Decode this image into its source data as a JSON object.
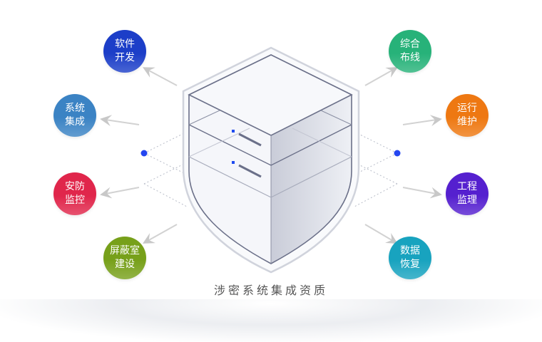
{
  "title": "涉密系统集成资质",
  "nodes": [
    {
      "id": "software-dev",
      "line1": "软件",
      "line2": "开发",
      "color": "#1c3ec8"
    },
    {
      "id": "system-integration",
      "line1": "系统",
      "line2": "集成",
      "color": "#3b83c4"
    },
    {
      "id": "security-monitoring",
      "line1": "安防",
      "line2": "监控",
      "color": "#e0264b"
    },
    {
      "id": "shielded-room",
      "line1": "屏蔽室",
      "line2": "建设",
      "color": "#77a01a"
    },
    {
      "id": "cabling",
      "line1": "综合",
      "line2": "布线",
      "color": "#27b279"
    },
    {
      "id": "operations",
      "line1": "运行",
      "line2": "维护",
      "color": "#ee7812"
    },
    {
      "id": "supervision",
      "line1": "工程",
      "line2": "监理",
      "color": "#5520cf"
    },
    {
      "id": "data-recovery",
      "line1": "数据",
      "line2": "恢复",
      "color": "#18a3bf"
    }
  ]
}
